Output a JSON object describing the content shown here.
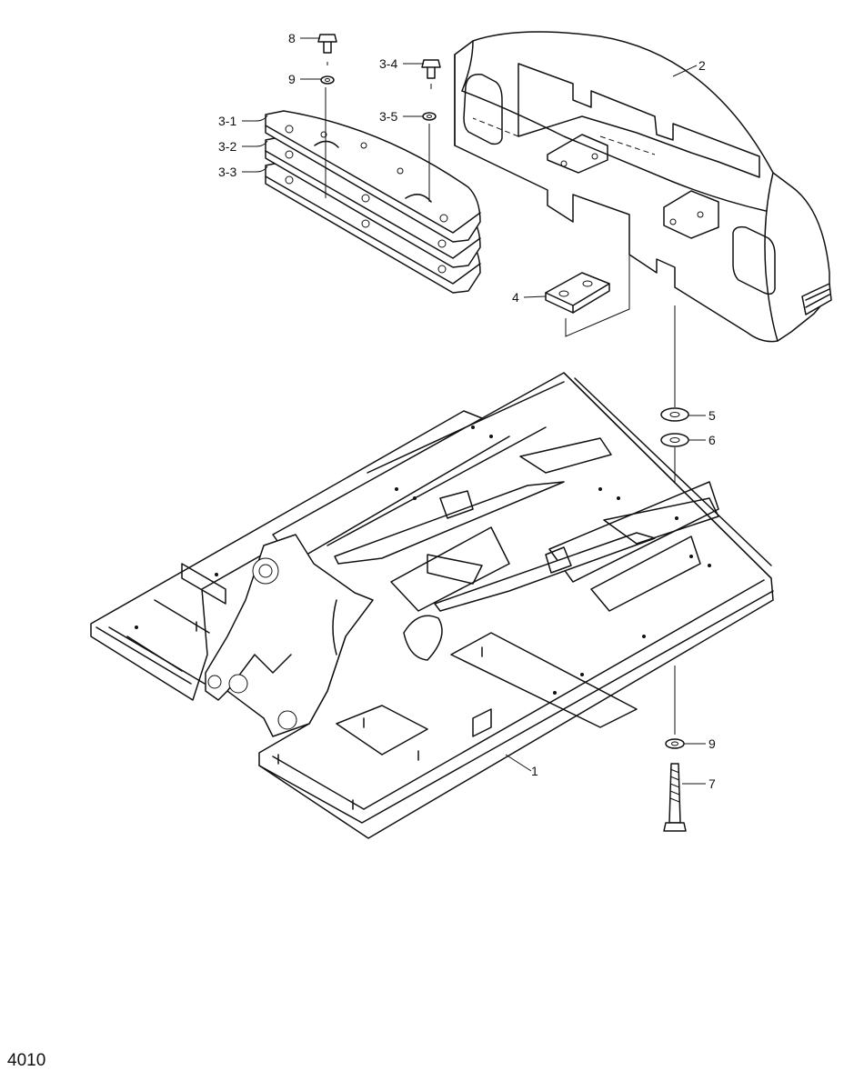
{
  "page_code": "4010",
  "callouts": {
    "base_frame": "1",
    "counterweight": "2",
    "plate_upper": "3-1",
    "plate_middle": "3-2",
    "plate_lower": "3-3",
    "plate_bolt": "3-4",
    "plate_washer": "3-5",
    "bracket_plate": "4",
    "spacer_upper": "5",
    "spacer_lower": "6",
    "long_bolt": "7",
    "top_bolt": "8",
    "washer_top": "9",
    "washer_bottom": "9"
  }
}
